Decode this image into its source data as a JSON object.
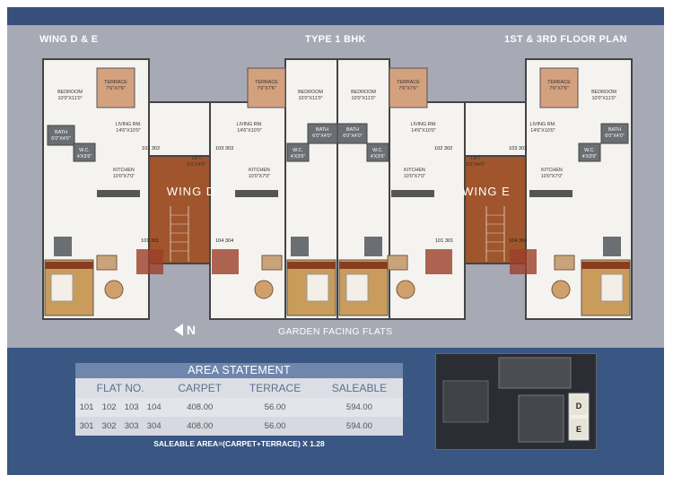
{
  "header": {
    "wing_title": "WING D & E",
    "type_title": "TYPE 1 BHK",
    "floor_title": "1ST & 3RD  FLOOR PLAN"
  },
  "plan": {
    "wing_d": "WING D",
    "wing_e": "WING E",
    "rooms": {
      "bedroom": "BEDROOM",
      "bedroom_dim": "10'0\"X11'0\"",
      "terrace": "TERRACE",
      "terrace_dim": "7'6\"X7'6\"",
      "living": "LIVING RM.",
      "living_dim": "14'6\"X10'0\"",
      "bath": "BATH",
      "bath_dim": "6'0\"X4'0\"",
      "wc": "W.C.",
      "wc_dim": "4'X3'6\"",
      "kitchen": "KITCHEN",
      "kitchen_dim": "10'0\"X7'0\"",
      "lift": "LIFT",
      "lift_dim": "5'6\"X4'6\""
    },
    "flat_102_302": "102 302",
    "flat_103_303": "103 303",
    "flat_101_301": "101 301",
    "flat_104_304": "104 304",
    "north_label": "N",
    "garden_caption": "GARDEN FACING FLATS"
  },
  "area_statement": {
    "title": "AREA STATEMENT",
    "headers": [
      "FLAT NO.",
      "CARPET",
      "TERRACE",
      "SALEABLE"
    ],
    "rows": [
      {
        "flats": [
          "101",
          "102",
          "103",
          "104"
        ],
        "carpet": "408.00",
        "terrace": "56.00",
        "saleable": "594.00"
      },
      {
        "flats": [
          "301",
          "302",
          "303",
          "304"
        ],
        "carpet": "408.00",
        "terrace": "56.00",
        "saleable": "594.00"
      }
    ],
    "formula": "SALEABLE  AREA=(CARPET+TERRACE) X 1.28"
  },
  "key_plan": {
    "label_d": "D",
    "label_e": "E"
  }
}
